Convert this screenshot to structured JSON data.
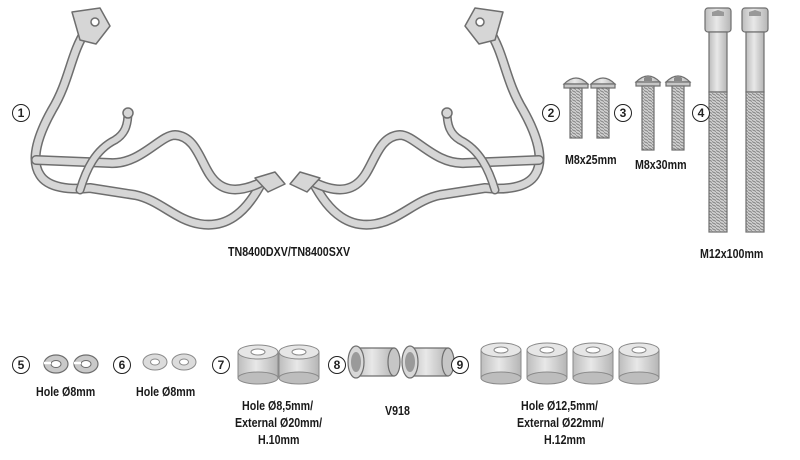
{
  "parts": [
    {
      "number": "1",
      "label": "TN8400DXV/TN8400SXV",
      "icon": "crash-bar-pair-icon"
    },
    {
      "number": "2",
      "label": "M8x25mm",
      "icon": "button-head-bolt-icon"
    },
    {
      "number": "3",
      "label": "M8x30mm",
      "icon": "button-head-bolt-icon"
    },
    {
      "number": "4",
      "label": "M12x100mm",
      "icon": "socket-head-bolt-icon"
    },
    {
      "number": "5",
      "label": "Hole Ø8mm",
      "icon": "spring-washer-icon"
    },
    {
      "number": "6",
      "label": "Hole Ø8mm",
      "icon": "flat-washer-icon"
    },
    {
      "number": "7",
      "label_lines": [
        "Hole Ø8,5mm/",
        "External Ø20mm/",
        "H.10mm"
      ],
      "icon": "spacer-icon"
    },
    {
      "number": "8",
      "label": "V918",
      "icon": "bushing-icon"
    },
    {
      "number": "9",
      "label_lines": [
        "Hole Ø12,5mm/",
        "External Ø22mm/",
        "H.12mm"
      ],
      "icon": "spacer-icon"
    }
  ],
  "colors": {
    "metal_fill": "#d4d4d4",
    "metal_stroke": "#6e6e6e",
    "text": "#1a1a1a"
  }
}
